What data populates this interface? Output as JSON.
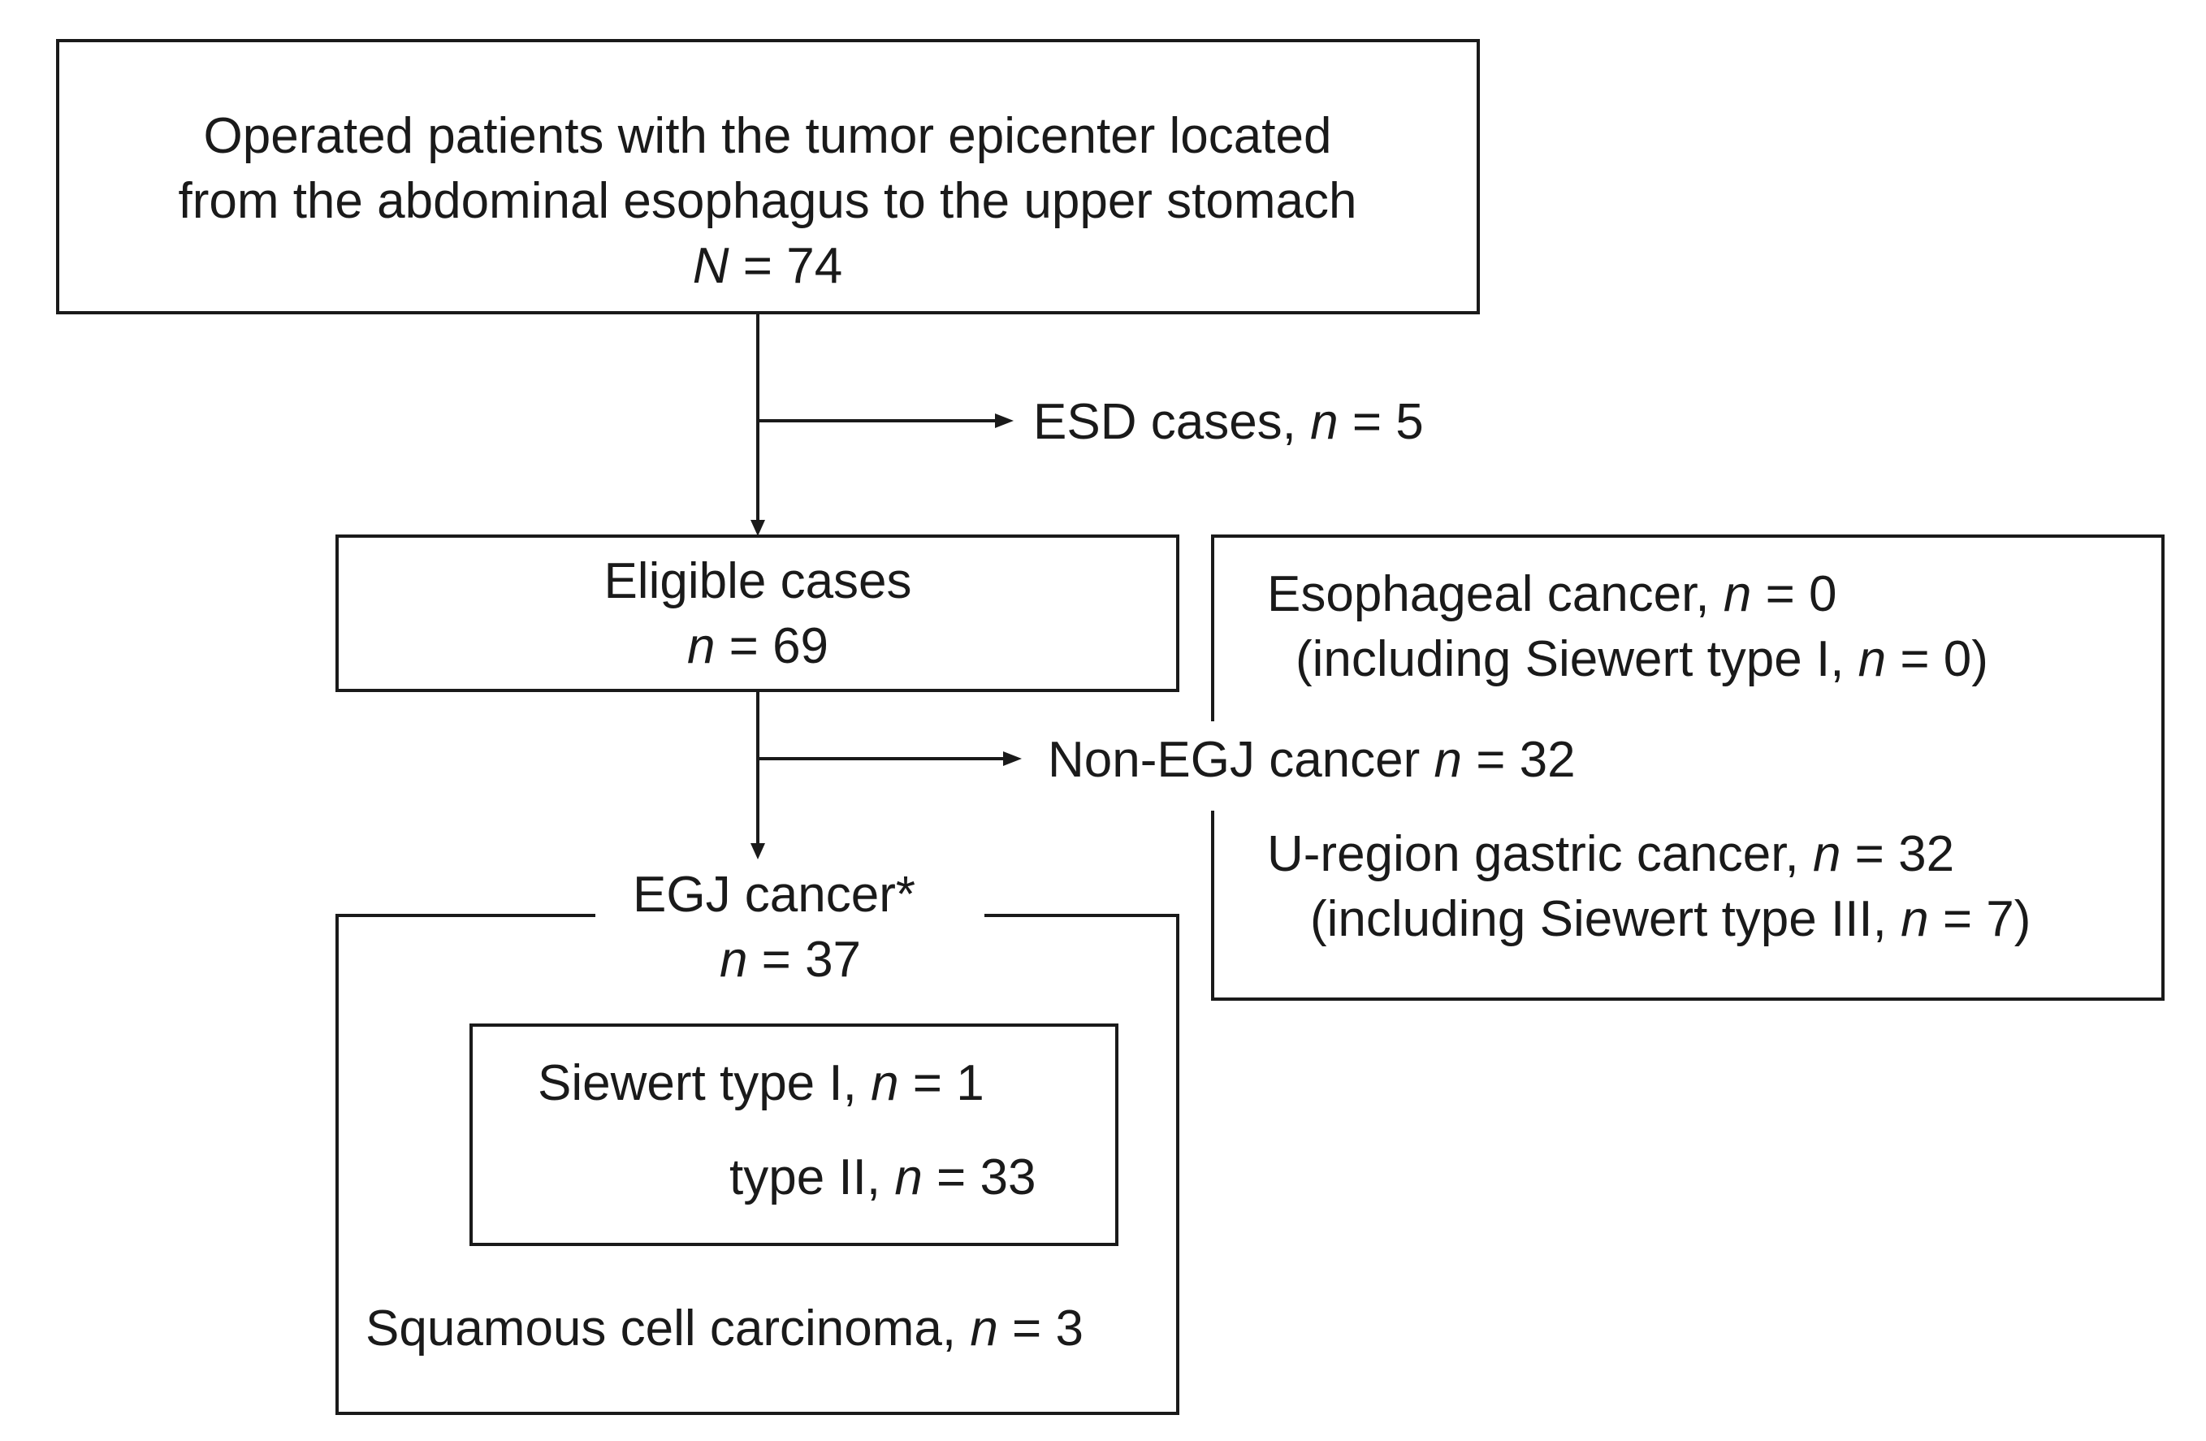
{
  "boxes": {
    "top": {
      "line1": "Operated patients with the tumor epicenter located",
      "line2": "from the abdominal esophagus to the upper stomach",
      "n_label": "N",
      "n_value": " = 74"
    },
    "esd": {
      "label": "ESD cases, ",
      "n_label": "n",
      "n_value": " = 5"
    },
    "eligible": {
      "title": "Eligible cases",
      "n_label": "n",
      "n_value": " = 69"
    },
    "non_egj": {
      "label": "Non-EGJ cancer  ",
      "n_label": "n",
      "n_value": " = 32"
    },
    "esophageal": {
      "label": "Esophageal cancer,  ",
      "n_label": "n",
      "n_value": " = 0",
      "sub_label": "(including Siewert type I,  ",
      "sub_n_label": "n",
      "sub_n_value": " = 0)"
    },
    "u_region": {
      "label": "U-region gastric cancer, ",
      "n_label": "n",
      "n_value": " = 32",
      "sub_label": "(including Siewert type III,  ",
      "sub_n_label": "n",
      "sub_n_value": " = 7)"
    },
    "egj": {
      "title": "EGJ cancer*",
      "n_label": "n",
      "n_value": " = 37"
    },
    "siewert": {
      "type1_label": "Siewert type I, ",
      "type1_n_label": "n",
      "type1_n_value": " = 1",
      "type2_label": "type II, ",
      "type2_n_label": "n",
      "type2_n_value": " = 33"
    },
    "squamous": {
      "label": "Squamous cell carcinoma, ",
      "n_label": "n",
      "n_value": " = 3"
    }
  }
}
